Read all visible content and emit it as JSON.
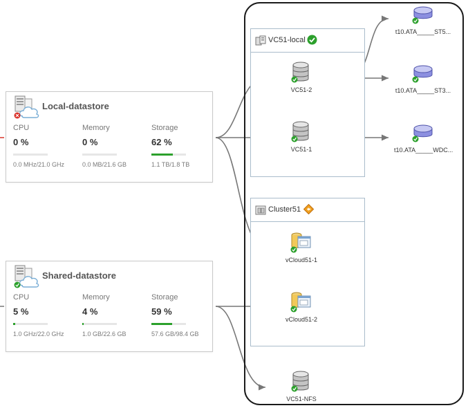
{
  "datastores": [
    {
      "title": "Local-datastore",
      "status": "error",
      "cpu_label": "CPU",
      "cpu_value": "0 %",
      "cpu_fill": 0,
      "cpu_detail": "0.0 MHz/21.0 GHz",
      "memory_label": "Memory",
      "memory_value": "0 %",
      "memory_fill": 0,
      "memory_detail": "0.0 MB/21.6 GB",
      "storage_label": "Storage",
      "storage_value": "62 %",
      "storage_fill": 62,
      "storage_detail": "1.1 TB/1.8 TB"
    },
    {
      "title": "Shared-datastore",
      "status": "ok",
      "cpu_label": "CPU",
      "cpu_value": "5 %",
      "cpu_fill": 5,
      "cpu_detail": "1.0 GHz/22.0 GHz",
      "memory_label": "Memory",
      "memory_value": "4 %",
      "memory_fill": 4,
      "memory_detail": "1.0 GB/22.6 GB",
      "storage_label": "Storage",
      "storage_value": "59 %",
      "storage_fill": 59,
      "storage_detail": "57.6 GB/98.4 GB"
    }
  ],
  "groups": {
    "vc51_local": {
      "title": "VC51-local",
      "status": "ok",
      "icon": "datacenter-icon"
    },
    "cluster51": {
      "title": "Cluster51",
      "status": "warning",
      "icon": "cluster-icon"
    }
  },
  "hosts": [
    {
      "label": "VC51-2",
      "icon": "server-database-icon",
      "status": "ok"
    },
    {
      "label": "VC51-1",
      "icon": "server-database-icon",
      "status": "ok"
    },
    {
      "label": "vCloud51-1",
      "icon": "vcloud-vm-icon",
      "status": "ok"
    },
    {
      "label": "vCloud51-2",
      "icon": "vcloud-vm-icon",
      "status": "ok"
    },
    {
      "label": "VC51-NFS",
      "icon": "server-database-icon",
      "status": "ok"
    }
  ],
  "disks": [
    {
      "label": "t10.ATA_____ST5...",
      "icon": "disk-icon",
      "status": "ok"
    },
    {
      "label": "t10.ATA_____ST3...",
      "icon": "disk-icon",
      "status": "ok"
    },
    {
      "label": "t10.ATA_____WDC...",
      "icon": "disk-icon",
      "status": "ok"
    }
  ],
  "colors": {
    "ok": "#2ca02c",
    "error": "#d9342b",
    "warning": "#f0a020",
    "connector": "#777777",
    "container_border": "#1a1a1a",
    "group_border": "#a9bccb"
  }
}
